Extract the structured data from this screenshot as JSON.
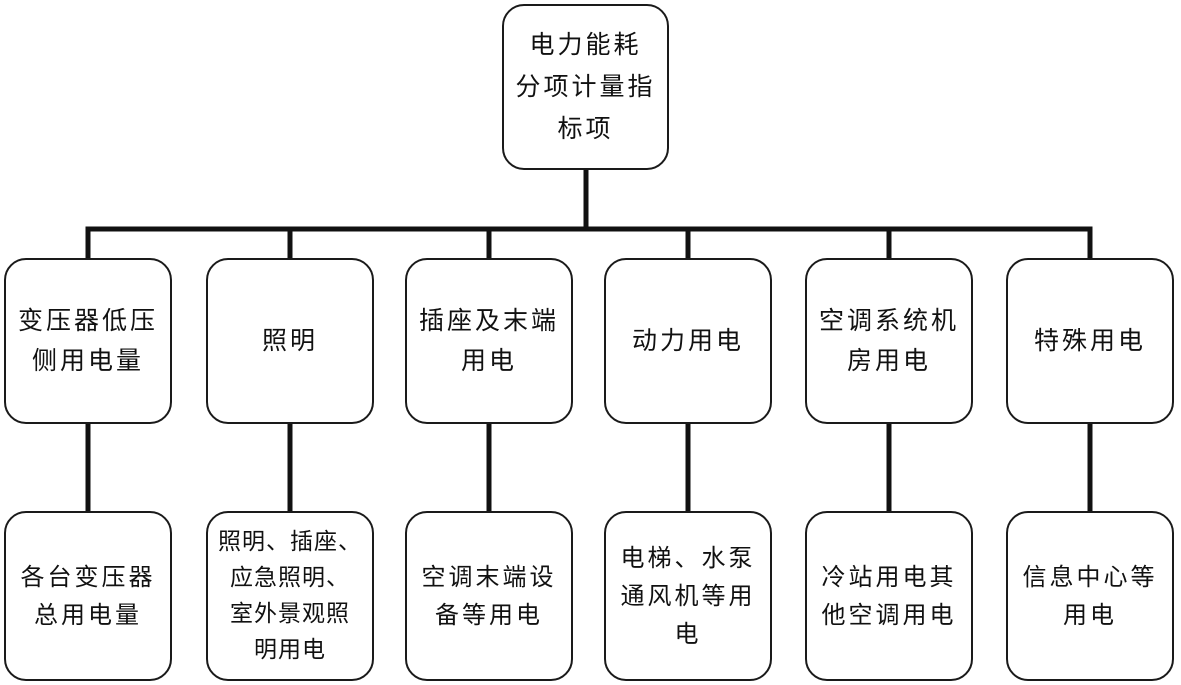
{
  "root": {
    "label": "电力能耗\n分项计量指\n标项"
  },
  "categories": [
    {
      "label": "变压器低压\n侧用电量",
      "detail": "各台变压器\n总用电量"
    },
    {
      "label": "照明",
      "detail": "照明、插座、\n应急照明、\n室外景观照\n明用电"
    },
    {
      "label": "插座及末端\n用电",
      "detail": "空调末端设\n备等用电"
    },
    {
      "label": "动力用电",
      "detail": "电梯、水泵\n通风机等用\n电"
    },
    {
      "label": "空调系统机\n房用电",
      "detail": "冷站用电其\n他空调用电"
    },
    {
      "label": "特殊用电",
      "detail": "信息中心等\n用电"
    }
  ]
}
